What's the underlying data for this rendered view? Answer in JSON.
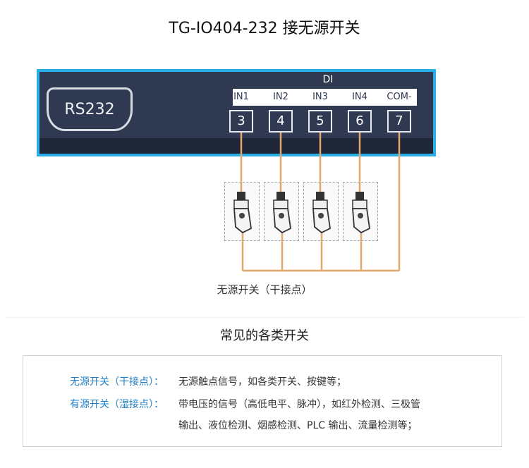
{
  "title": "TG-IO404-232 接无源开关",
  "device": {
    "port_label": "RS232",
    "di_label": "DI",
    "terminals": [
      {
        "label": "IN1",
        "number": "3"
      },
      {
        "label": "IN2",
        "number": "4"
      },
      {
        "label": "IN3",
        "number": "5"
      },
      {
        "label": "IN4",
        "number": "6"
      },
      {
        "label": "COM-",
        "number": "7"
      }
    ]
  },
  "switch_caption": "无源开关（干接点）",
  "section_title": "常见的各类开关",
  "info": {
    "row1_key": "无源开关（干接点）：",
    "row1_val": "无源触点信号，如各类开关、按键等；",
    "row2_key": "有源开关（湿接点）：",
    "row2_val_line1": "带电压的信号（高低电平、脉冲），如红外检测、三极管",
    "row2_val_line2": "输出、液位检测、烟感检测、PLC 输出、流量检测等；"
  },
  "colors": {
    "device_body": "#2f3a52",
    "device_border": "#29aee6",
    "wire": "#e0a86c",
    "key_text": "#1f7fc4"
  }
}
